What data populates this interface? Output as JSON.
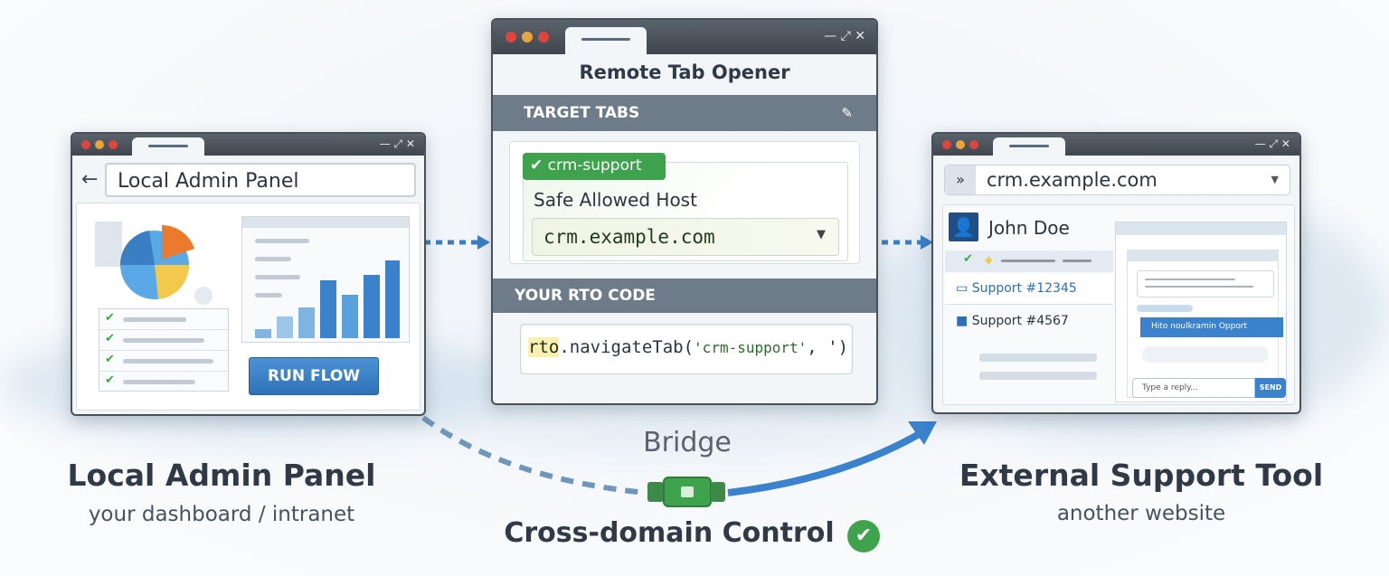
{
  "left_window": {
    "address": "Local Admin Panel",
    "button": "RUN FLOW"
  },
  "center_window": {
    "title": "Remote Tab Opener",
    "target_section": "TARGET TABS",
    "chip": "crm-support",
    "host_label": "Safe Allowed Host",
    "host_value": "crm.example.com",
    "code_section": "YOUR RTO CODE",
    "code": {
      "obj": "rto",
      "method": ".navigateTab(",
      "arg": "'crm-support'",
      "rest": ", ')."
    }
  },
  "right_window": {
    "url": "crm.example.com",
    "user": "John Doe",
    "tickets": [
      "Support  #12345",
      "Support  #4567"
    ],
    "message": "Hito noulkramin Opport",
    "reply_placeholder": "Type a reply...",
    "send": "SEND"
  },
  "labels": {
    "left_title": "Local Admin Panel",
    "left_sub": "your dashboard / intranet",
    "bridge": "Bridge",
    "center": "Cross-domain Control",
    "right_title": "External Support Tool",
    "right_sub": "another website"
  },
  "colors": {
    "accent": "#3a7fc4",
    "success": "#3fa34d",
    "titlebar": "#4a525b"
  }
}
